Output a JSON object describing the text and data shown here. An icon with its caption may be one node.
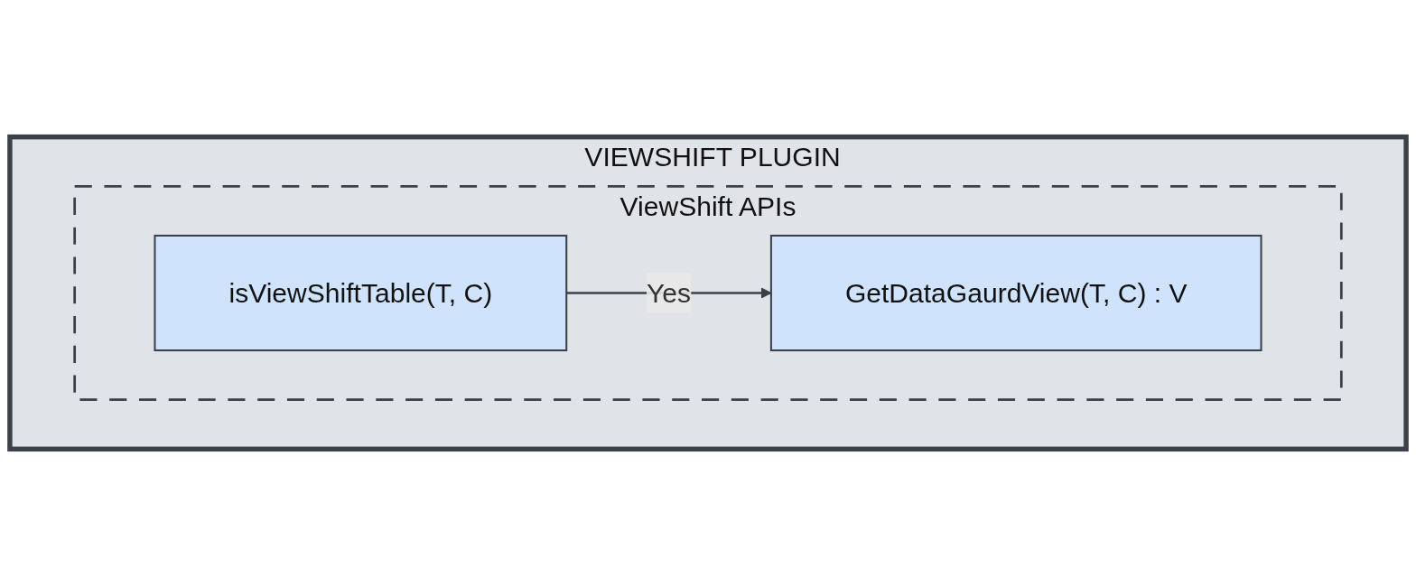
{
  "diagram": {
    "nodes": [
      {
        "text": [
          "VIEWSHIFT PLUGIN"
        ]
      },
      {
        "text": [
          "ViewShift APIs"
        ],
        "in": 0
      },
      {
        "text": [
          "isViewShiftTable(T, C)"
        ],
        "in": 1
      },
      {
        "text": [
          "GetDataGaurdView(T, C) : V"
        ],
        "in": 1
      }
    ],
    "edges": [
      {
        "from": 2,
        "to": 3,
        "arrow": "to",
        "label": "Yes"
      }
    ]
  }
}
